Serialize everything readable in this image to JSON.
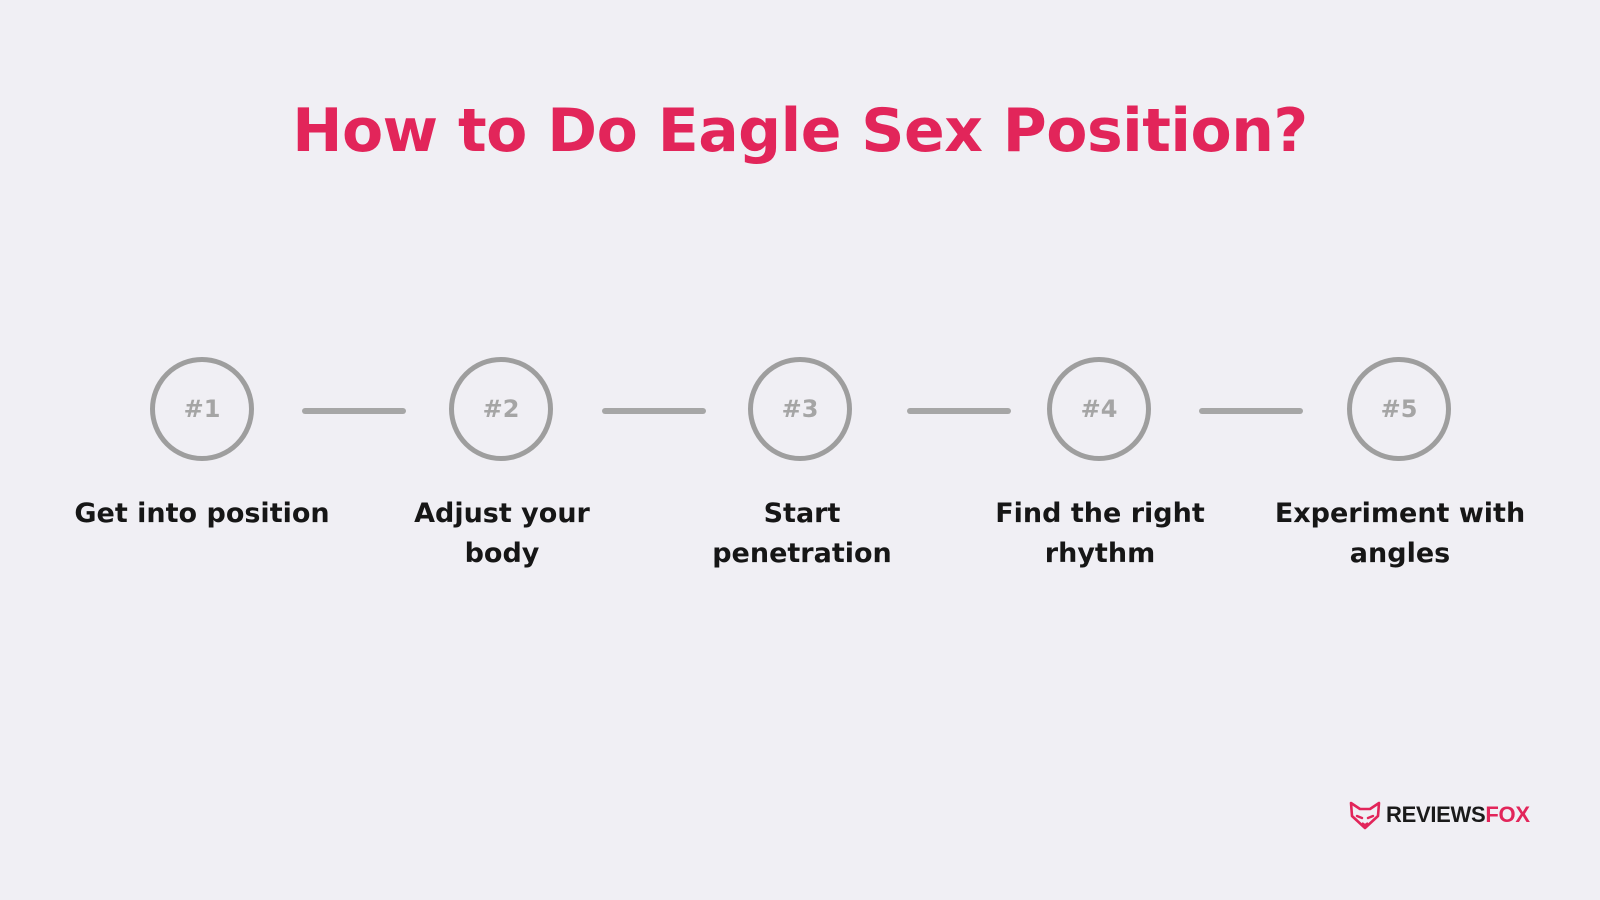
{
  "title": "How to Do Eagle Sex Position?",
  "accent_color": "#e2255a",
  "steps": [
    {
      "number": "#1",
      "label": "Get into position"
    },
    {
      "number": "#2",
      "label": "Adjust your body"
    },
    {
      "number": "#3",
      "label": "Start penetration"
    },
    {
      "number": "#4",
      "label": "Find the right rhythm"
    },
    {
      "number": "#5",
      "label": "Experiment with angles"
    }
  ],
  "logo": {
    "icon": "fox-head-icon",
    "text_part1": "REVIEWS",
    "text_part2": "FOX"
  }
}
